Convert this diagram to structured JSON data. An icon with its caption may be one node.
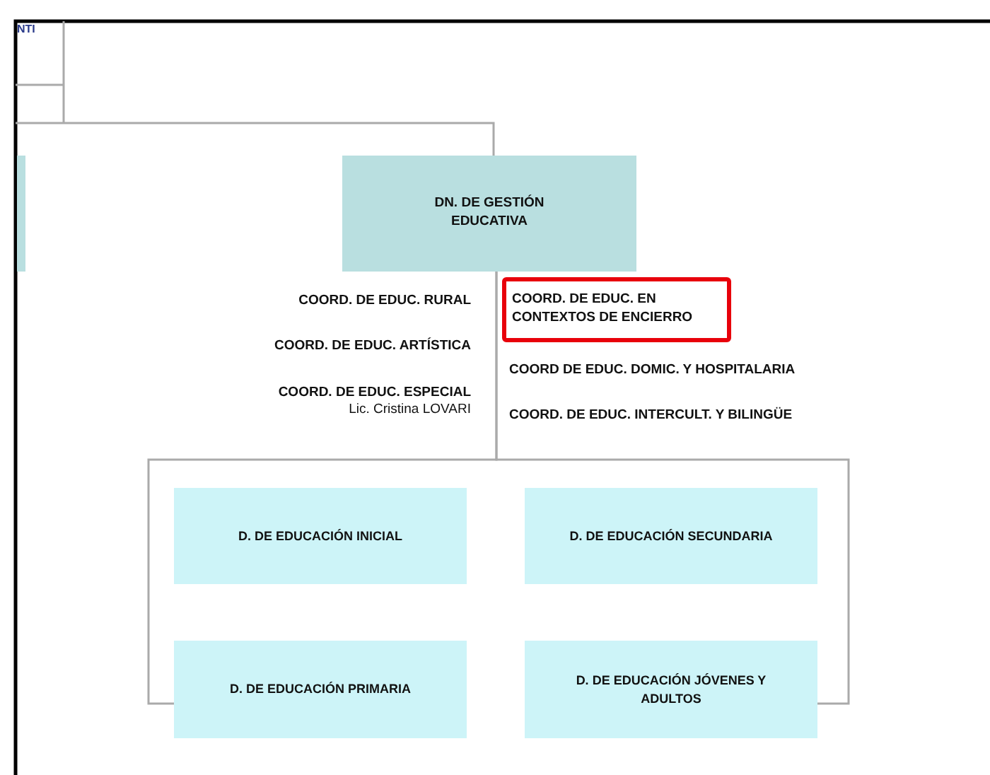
{
  "diagram": {
    "nodes": [
      {
        "text": [
          "NTI"
        ]
      },
      {
        "text": [],
        "shape": "box"
      },
      {
        "text": [
          "DN. DE GESTIÓN EDUCATIVA"
        ]
      },
      {
        "text": [
          "COORD. DE EDUC. EN CONTEXTOS DE ENCIERRO"
        ]
      },
      {
        "text": [
          "D. DE EDUCACIÓN INICIAL"
        ]
      },
      {
        "text": [
          "D. DE EDUCACIÓN SECUNDARIA"
        ]
      },
      {
        "text": [
          "D. DE EDUCACIÓN PRIMARIA"
        ]
      },
      {
        "text": [
          "D. DE EDUCACIÓN JÓVENES Y ADULTOS"
        ]
      }
    ],
    "edges": [
      {
        "from": null,
        "to": 2,
        "arrow": "none"
      },
      {
        "from": 2,
        "to": 6,
        "arrow": "none"
      },
      {
        "from": 2,
        "to": 7,
        "arrow": "none"
      }
    ],
    "labels": [
      "COORD. DE EDUC. RURAL",
      "COORD. DE EDUC. ARTÍSTICA",
      "COORD DE EDUC. DOMIC. Y HOSPITALARIA",
      "COORD. DE EDUC. ESPECIAL",
      "Lic. Cristina LOVARI",
      "COORD. DE EDUC. INTERCULT. Y BILINGÜE"
    ]
  }
}
